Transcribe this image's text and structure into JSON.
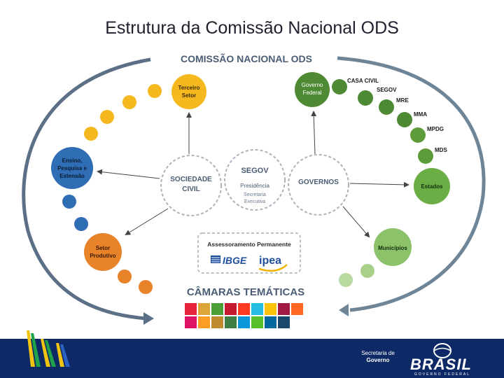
{
  "title": "Estrutura da Comissão Nacional ODS",
  "diagram": {
    "top_label": "COMISSÃO NACIONAL ODS",
    "nodes": {
      "terceiro_setor": [
        "Terceiro",
        "Setor"
      ],
      "governo_federal": [
        "Governo",
        "Federal"
      ],
      "ensino": [
        "Ensino,",
        "Pesquisa e",
        "Extensão"
      ],
      "setor_produtivo": [
        "Setor",
        "Produtivo"
      ],
      "estados": "Estados",
      "municipios": "Municípios"
    },
    "gov_branches": [
      "CASA CIVIL",
      "SEGOV",
      "MRE",
      "MMA",
      "MPDG",
      "MDS"
    ],
    "center": {
      "sociedade": [
        "SOCIEDADE",
        "CIVIL"
      ],
      "segov": "SEGOV",
      "presidencia": "Presidência",
      "secretaria": [
        "Secretaria",
        "Executiva"
      ],
      "governos": "GOVERNOS"
    },
    "assessoramento": "Assessoramento Permanente",
    "ibge": "IBGE",
    "ipea": "ipea",
    "camaras": "CÂMARAS TEMÁTICAS"
  },
  "sdg_colors": [
    "#e5243b",
    "#dda63a",
    "#4c9f38",
    "#c5192d",
    "#ff3a21",
    "#26bde2",
    "#fcc30b",
    "#a21942",
    "#fd6925",
    "#dd1367",
    "#fd9d24",
    "#bf8b2e",
    "#3f7e44",
    "#0a97d9",
    "#56c02b",
    "#00689d",
    "#19486a"
  ],
  "footer": {
    "secretaria": [
      "Secretaria de",
      "Governo"
    ],
    "brasil": "BRASIL",
    "brasil_sub": "GOVERNO FEDERAL"
  },
  "colors": {
    "arc_left": "#5b6f86",
    "arc_right": "#6e8597",
    "yellow": "#f5b91f",
    "orange": "#e8832a",
    "blue": "#2f6db5",
    "green_dark": "#4e8a34",
    "green": "#6cae46",
    "green_light": "#a9d08b",
    "footer_bg": "#0e2a66"
  }
}
